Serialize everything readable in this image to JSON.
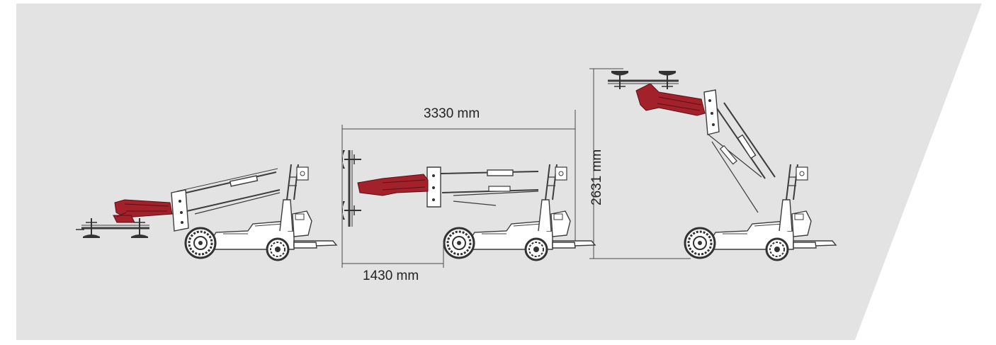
{
  "dimensions": {
    "total_length": "3330 mm",
    "wheelbase": "1430 mm",
    "max_height": "2631 mm"
  },
  "colors": {
    "background_panel": "#e3e3e3",
    "arm_red": "#a3212b",
    "line_dark": "#3c3c3c",
    "chassis_white": "#ffffff"
  }
}
